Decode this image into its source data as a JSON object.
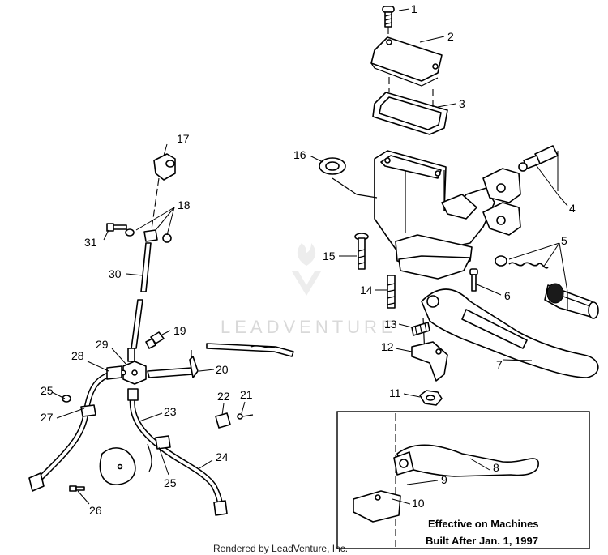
{
  "watermark": "LEADVENTURE",
  "footer": "Rendered by LeadVenture, Inc.",
  "inset_caption": {
    "line1": "Effective on Machines",
    "line2": "Built After Jan. 1, 1997"
  },
  "callouts": {
    "c1": "1",
    "c2": "2",
    "c3": "3",
    "c4": "4",
    "c5": "5",
    "c6": "6",
    "c7": "7",
    "c8": "8",
    "c9": "9",
    "c10": "10",
    "c11": "11",
    "c12": "12",
    "c13": "13",
    "c14": "14",
    "c15": "15",
    "c16": "16",
    "c17": "17",
    "c18": "18",
    "c19": "19",
    "c20": "20",
    "c21": "21",
    "c22": "22",
    "c23": "23",
    "c24": "24",
    "c25a": "25",
    "c25b": "25",
    "c26": "26",
    "c27": "27",
    "c28": "28",
    "c29": "29",
    "c30": "30",
    "c31": "31"
  }
}
